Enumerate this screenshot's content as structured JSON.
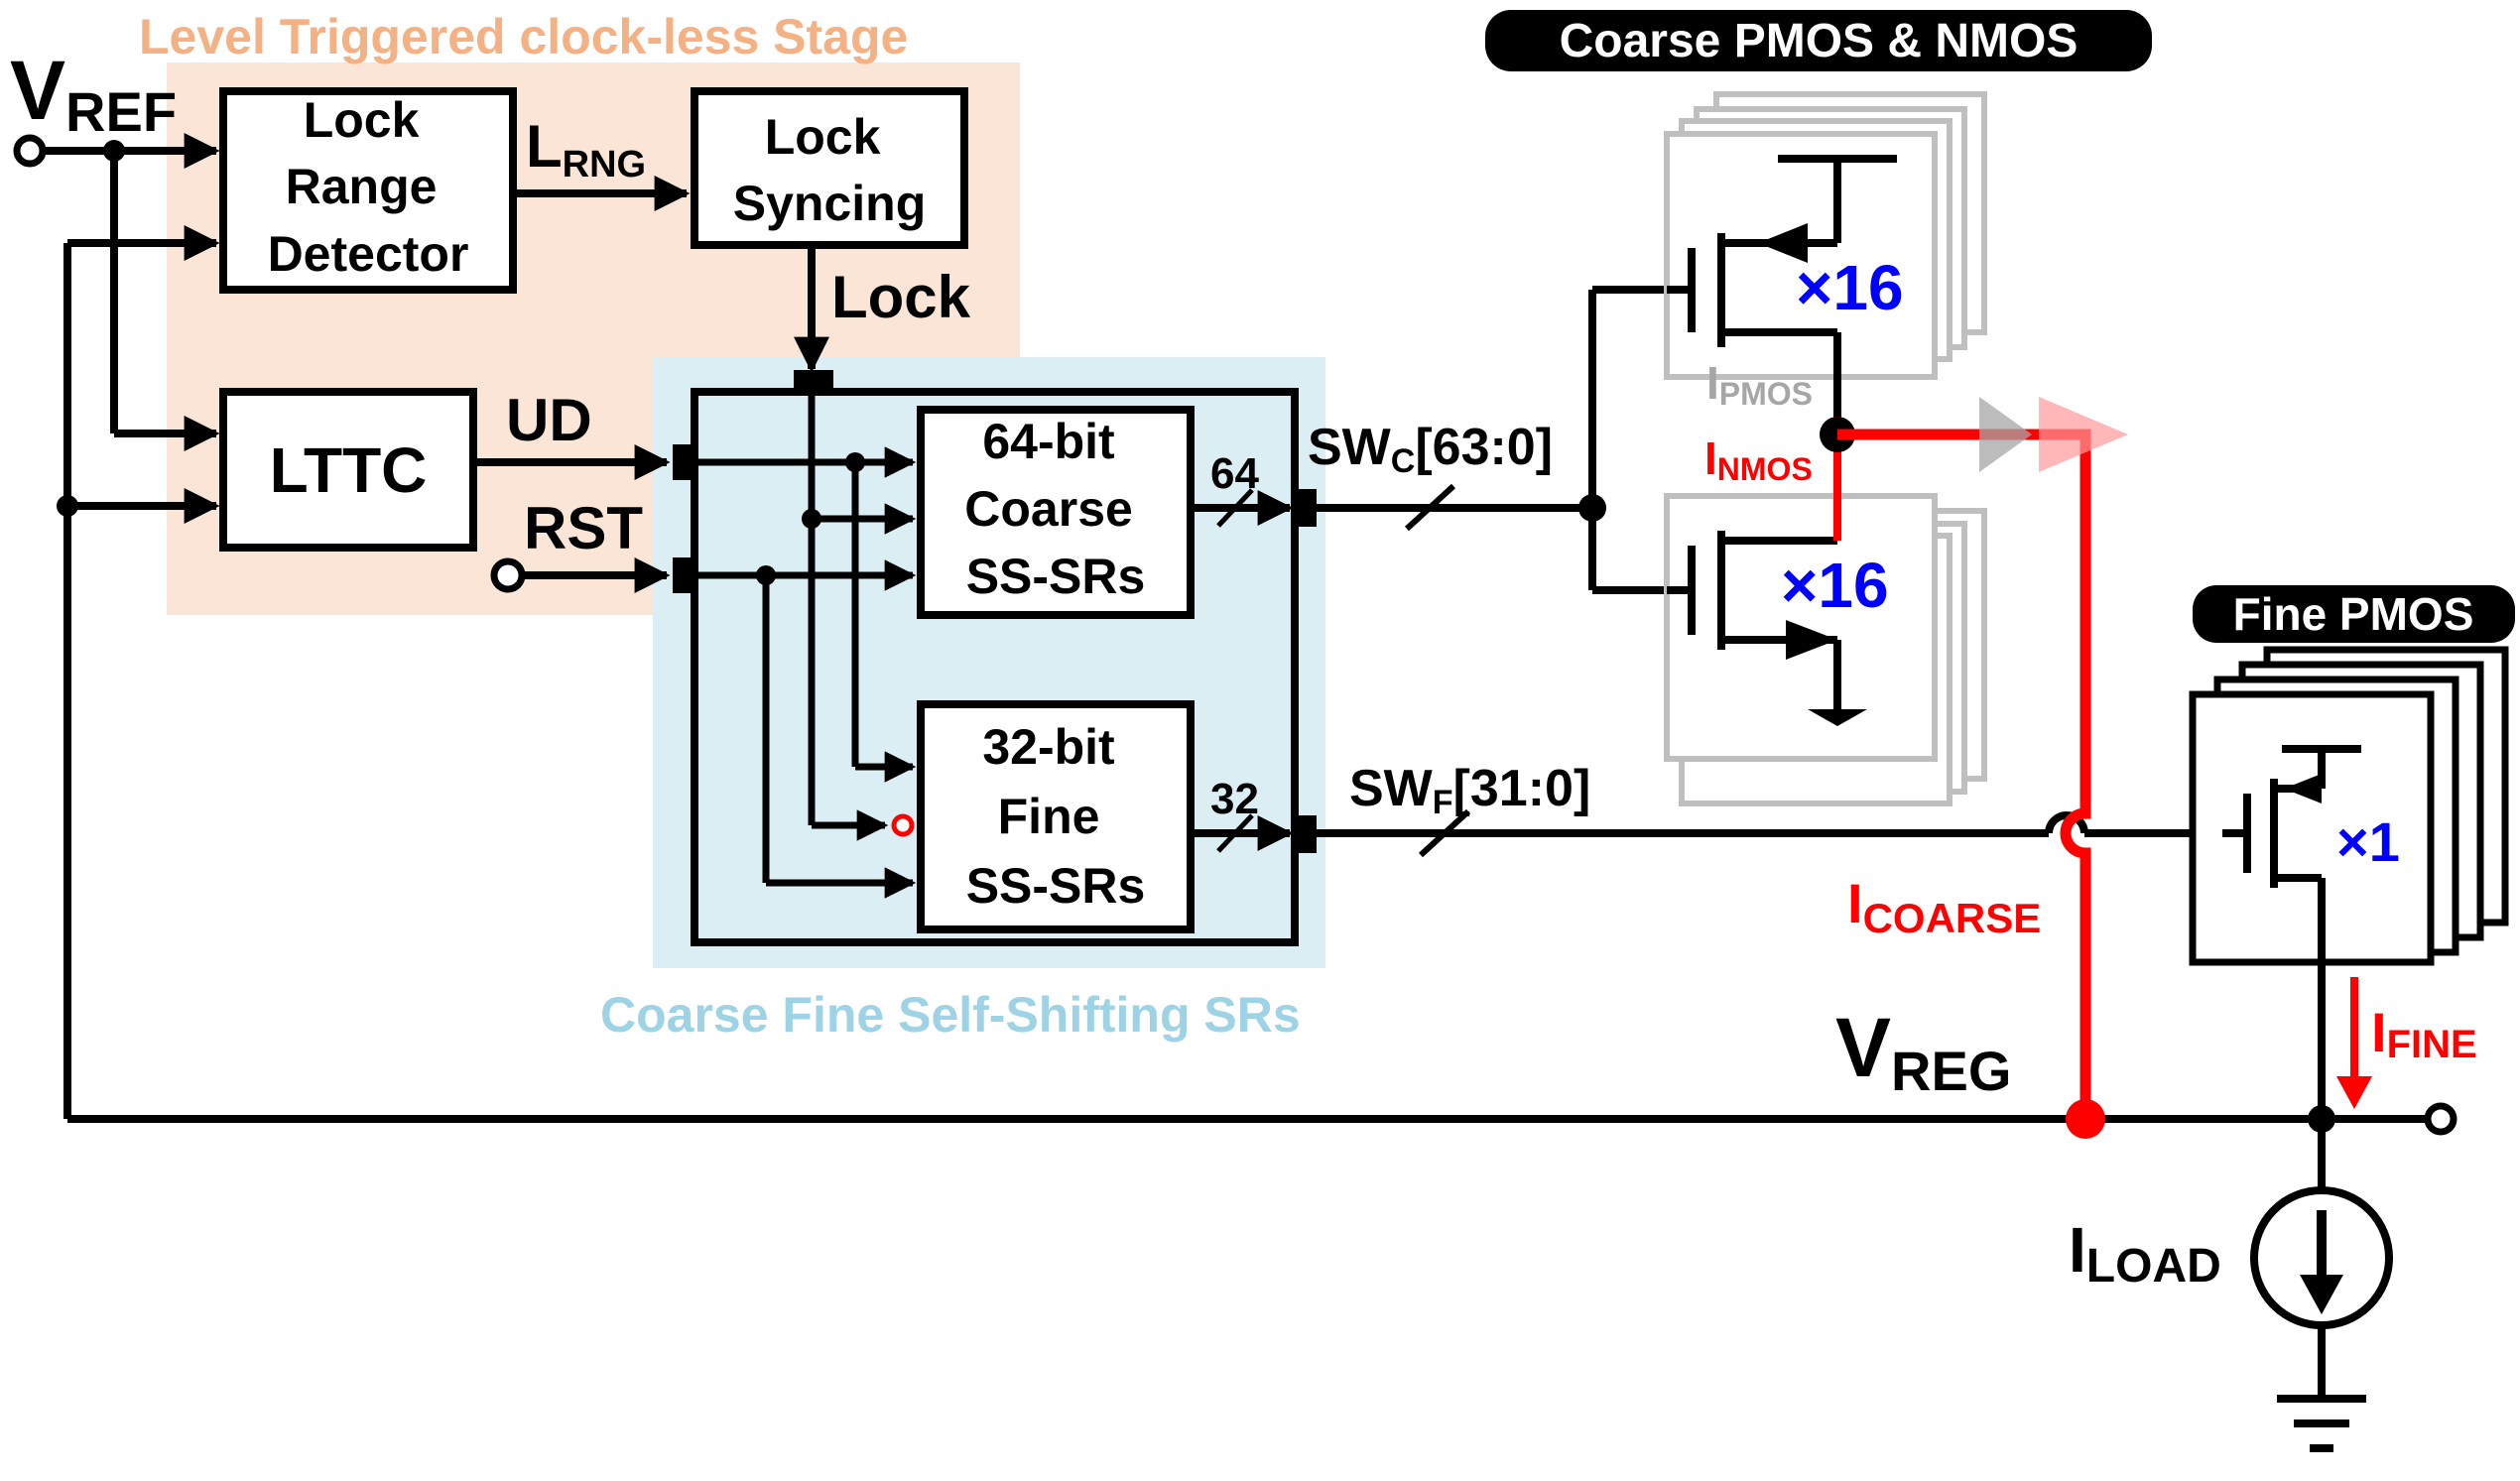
{
  "colors": {
    "stage_bg": "#fbe5d6",
    "stage_text": "#f4b183",
    "sr_bg": "#daeef3",
    "sr_text": "#9dd3e4",
    "red": "#ff0000",
    "blue": "#0000ff",
    "gray": "#a6a6a6",
    "black": "#000000"
  },
  "labels": {
    "stage_title": "Level Triggered clock-less Stage",
    "sr_title": "Coarse Fine Self-Shifting SRs",
    "coarse_title": "Coarse PMOS & NMOS",
    "fine_title": "Fine PMOS",
    "vref_main": "V",
    "vref_sub": "REF",
    "lrng_main": "L",
    "lrng_sub": "RNG",
    "lock": "Lock",
    "ud": "UD",
    "rst": "RST",
    "bus_64": "64",
    "bus_32": "32",
    "swc_main": "SW",
    "swc_sub": "C",
    "swc_range": "[63:0]",
    "swf_main": "SW",
    "swf_sub": "F",
    "swf_range": "[31:0]",
    "ipmos_main": "I",
    "ipmos_sub": "PMOS",
    "inmos_main": "I",
    "inmos_sub": "NMOS",
    "icoarse_main": "I",
    "icoarse_sub": "COARSE",
    "ifine_main": "I",
    "ifine_sub": "FINE",
    "vreg_main": "V",
    "vreg_sub": "REG",
    "iload_main": "I",
    "iload_sub": "LOAD",
    "mult_pmos": "×16",
    "mult_nmos": "×16",
    "mult_fine": "×1"
  },
  "blocks": {
    "lock_range": [
      "Lock",
      "Range",
      "Detector"
    ],
    "lock_sync": [
      "Lock",
      "Syncing"
    ],
    "lttc": "LTTC",
    "coarse_sr": [
      "64-bit",
      "Coarse",
      "SS-SRs"
    ],
    "fine_sr": [
      "32-bit",
      "Fine",
      "SS-SRs"
    ]
  }
}
